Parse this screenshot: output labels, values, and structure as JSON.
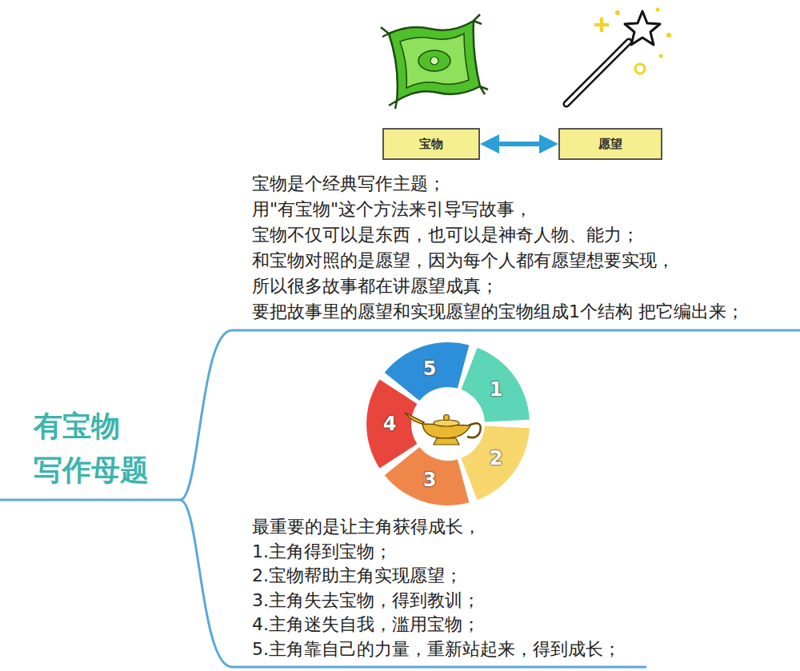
{
  "diagram": {
    "title": "有宝物 写作母题",
    "nodes": [
      {
        "text": [
          "宝物"
        ]
      },
      {
        "text": [
          "愿望"
        ]
      }
    ],
    "edges": [
      {
        "from": 0,
        "to": 1,
        "arrow": "both"
      }
    ],
    "labels": [
      "宝物是个经典写作主题；",
      "用\"有宝物\"这个方法来引导写故事，",
      "宝物不仅可以是东西，也可以是神奇人物、能力；",
      "和宝物对照的是愿望，因为每个人都有愿望想要实现，",
      "所以很多故事都在讲愿望成真；",
      "要把故事里的愿望和实现愿望的宝物组成1个结构 把它编出来；",
      "1",
      "2",
      "3",
      "4",
      "5",
      "最重要的是让主角获得成长，",
      "1.主角得到宝物；",
      "2.宝物帮助主角实现愿望；",
      "3.主角失去宝物，得到教训；",
      "4.主角迷失自我，滥用宝物；",
      "5.主角靠自己的力量，重新站起来，得到成长；"
    ]
  }
}
